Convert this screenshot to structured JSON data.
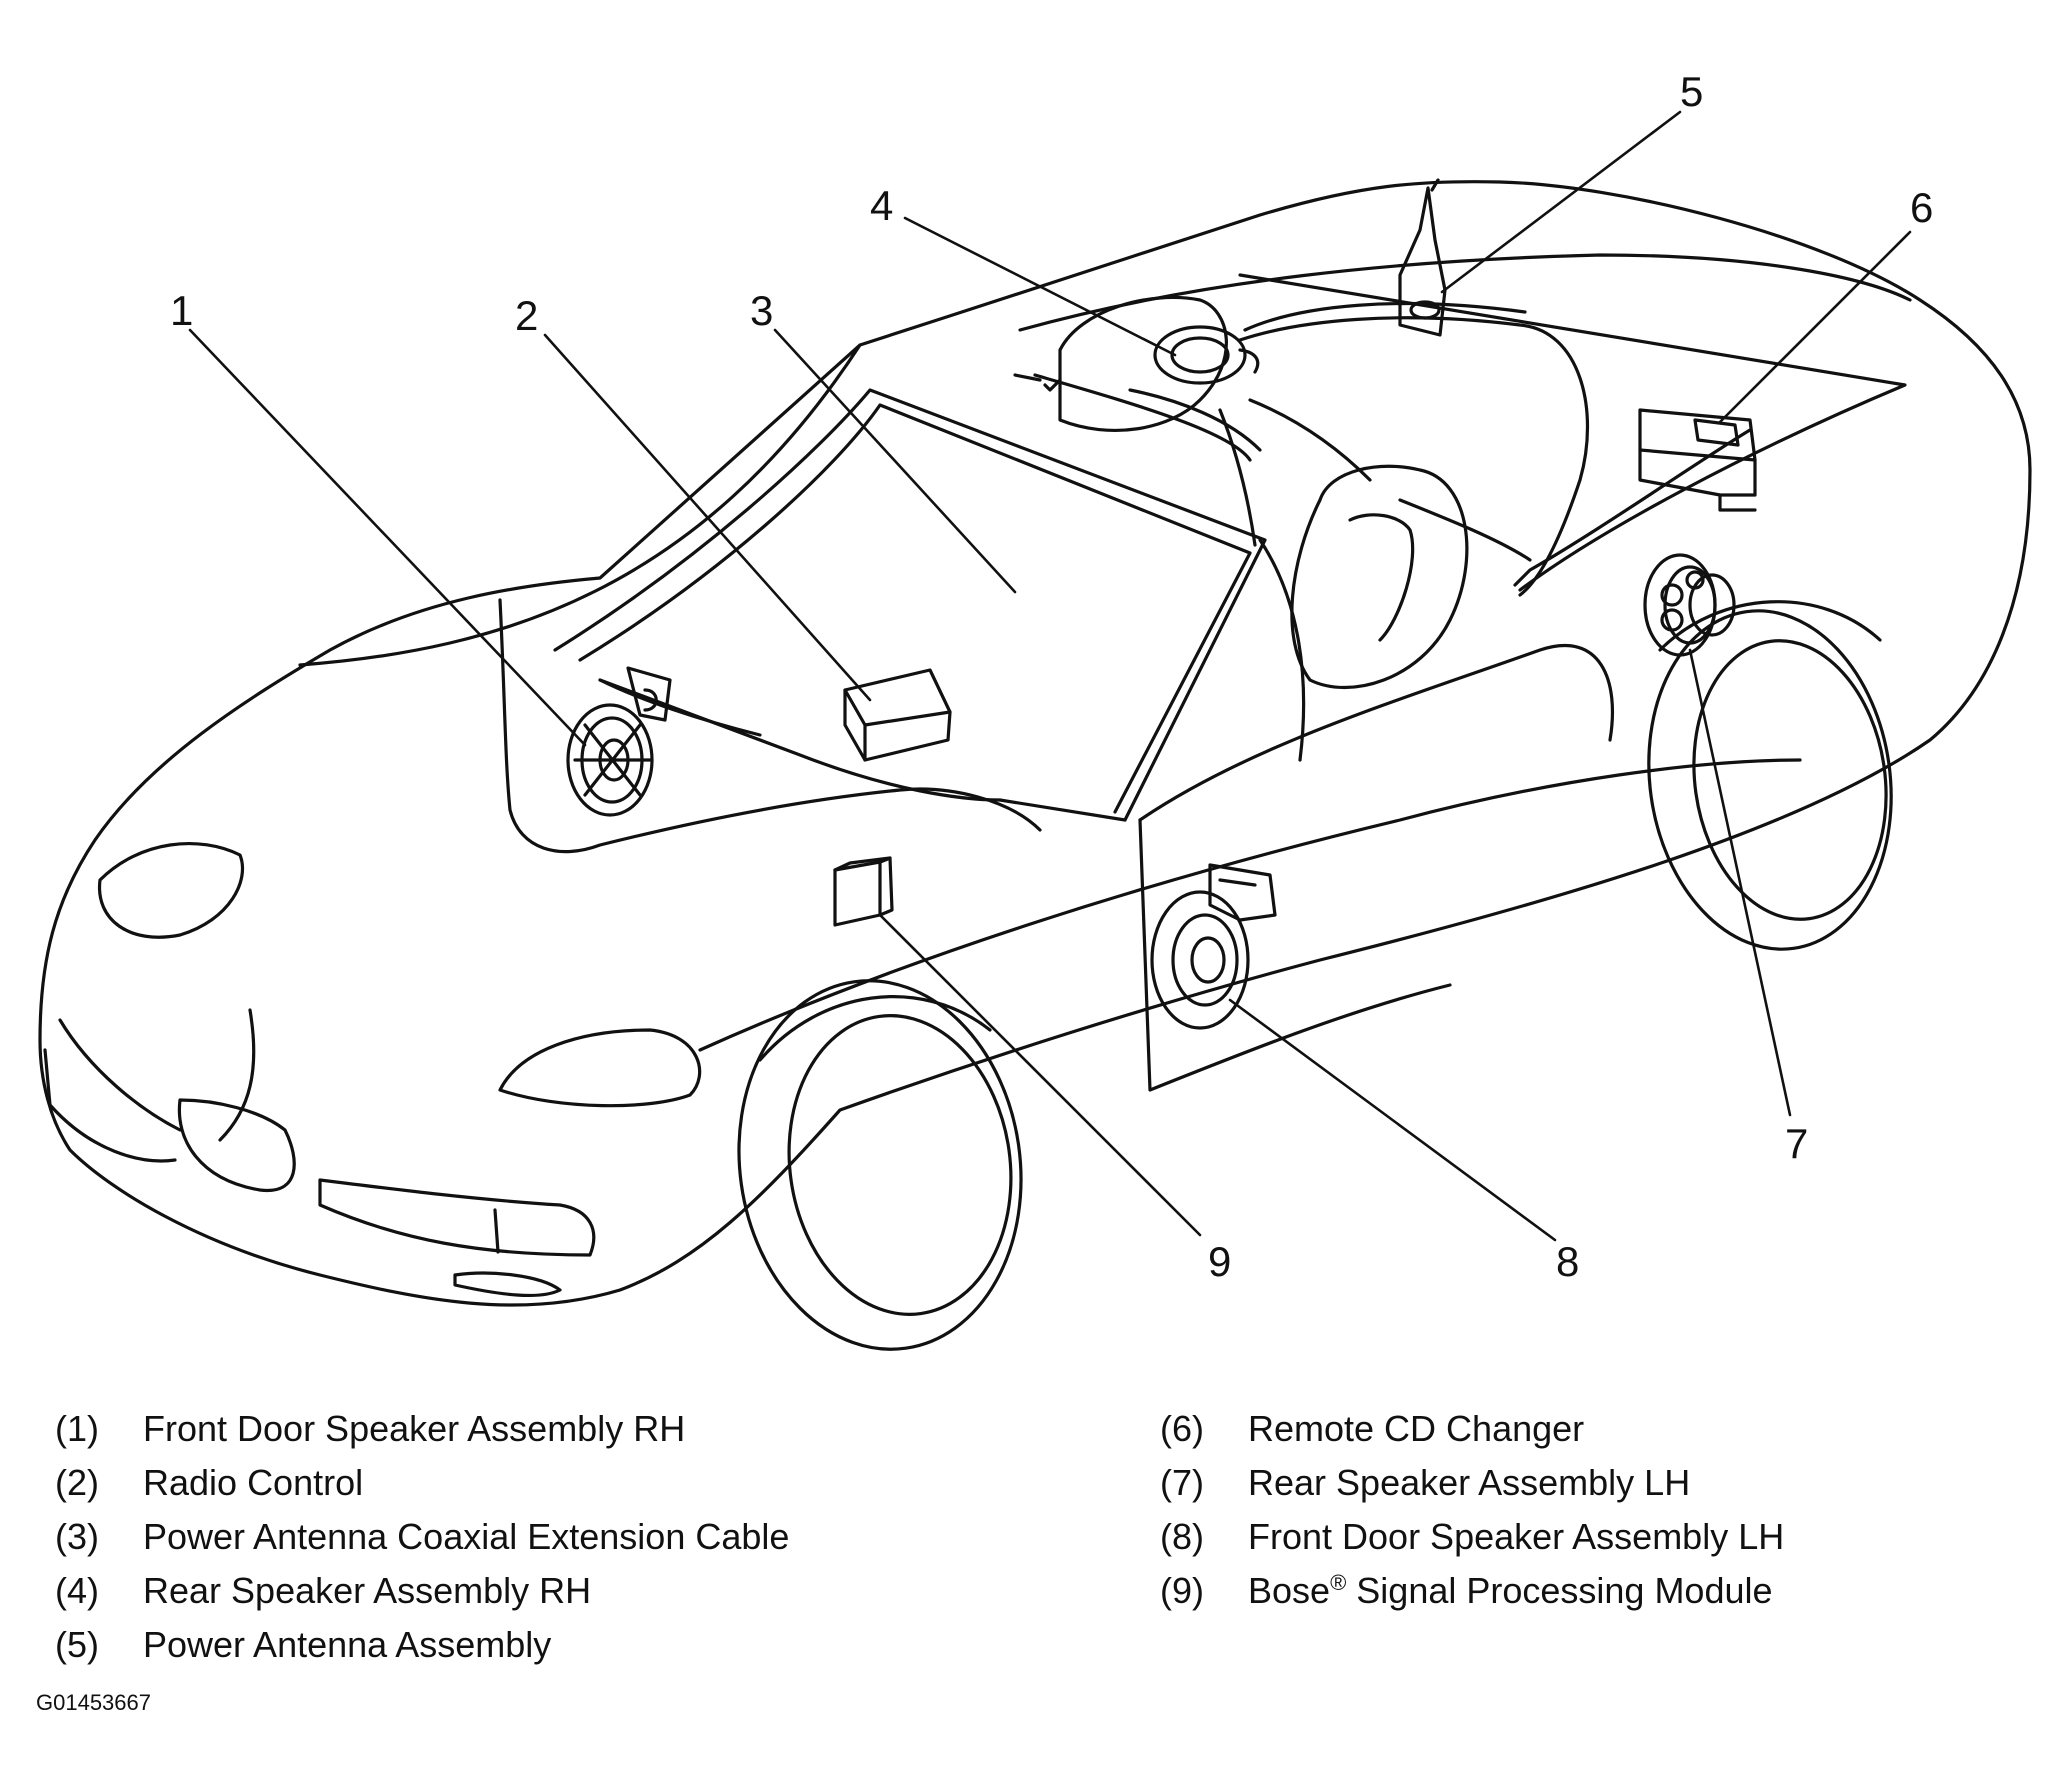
{
  "callouts": [
    "1",
    "2",
    "3",
    "4",
    "5",
    "6",
    "7",
    "8",
    "9"
  ],
  "legend": [
    {
      "num": "(1)",
      "text": "Front Door Speaker Assembly RH"
    },
    {
      "num": "(2)",
      "text": "Radio Control"
    },
    {
      "num": "(3)",
      "text": "Power Antenna Coaxial Extension Cable"
    },
    {
      "num": "(4)",
      "text": "Rear Speaker Assembly RH"
    },
    {
      "num": "(5)",
      "text": "Power Antenna Assembly"
    },
    {
      "num": "(6)",
      "text": "Remote CD Changer"
    },
    {
      "num": "(7)",
      "text": "Rear Speaker Assembly LH"
    },
    {
      "num": "(8)",
      "text": "Front Door Speaker Assembly LH"
    },
    {
      "num": "(9)",
      "text": "Bose",
      "superscript": "®",
      "text_after": " Signal Processing Module"
    }
  ],
  "figure_id": "G01453667",
  "colors": {
    "line": "#111111",
    "background": "#ffffff"
  }
}
